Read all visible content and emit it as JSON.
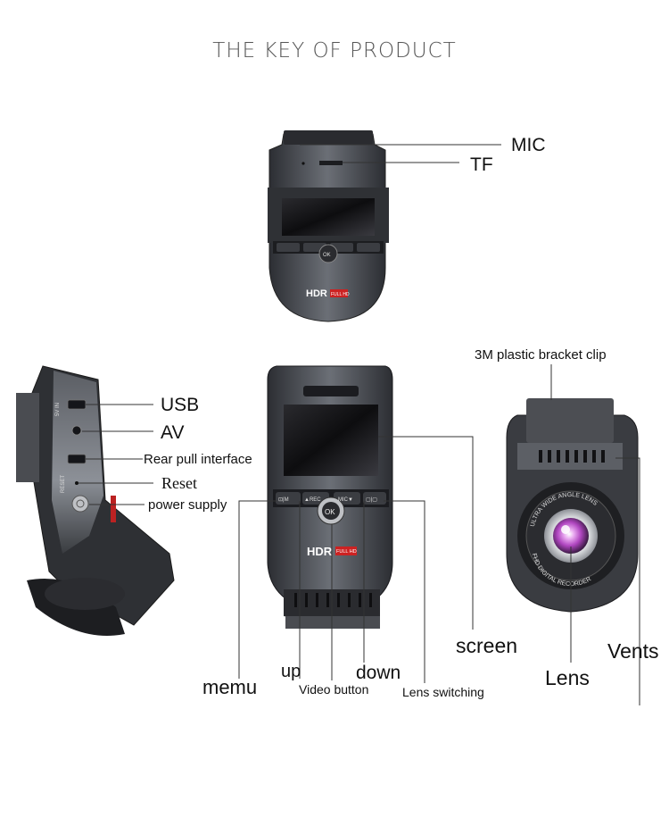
{
  "title": "THE KEY OF PRODUCT",
  "device_text": {
    "hdr": "HDR",
    "full_hd": "FULL HD",
    "ok": "OK",
    "rec": "▲REC",
    "mic": "MIC▼",
    "menu_glyph": "⊡|M",
    "switch_glyph": "▢|▢",
    "port_5v": "5V IN",
    "port_reset": "RESET",
    "lens_ring_top": "ULTRA WIDE ANGLE LENS",
    "lens_ring_bottom": "FHD DIGITAL RECORDER"
  },
  "labels": {
    "mic": "MIC",
    "tf": "TF",
    "usb": "USB",
    "av": "AV",
    "rear_pull": "Rear pull interface",
    "reset": "Reset",
    "power": "power supply",
    "bracket": "3M plastic bracket clip",
    "screen": "screen",
    "vents": "Vents",
    "lens": "Lens",
    "memu": "memu",
    "up": "up",
    "video_button": "Video button",
    "down": "down",
    "lens_switching": "Lens switching"
  },
  "colors": {
    "body_dark": "#3a3d42",
    "body_light": "#8a8f96",
    "screen": "#1a1a1c",
    "lens_purple": "#c060c8",
    "line": "#333333"
  }
}
